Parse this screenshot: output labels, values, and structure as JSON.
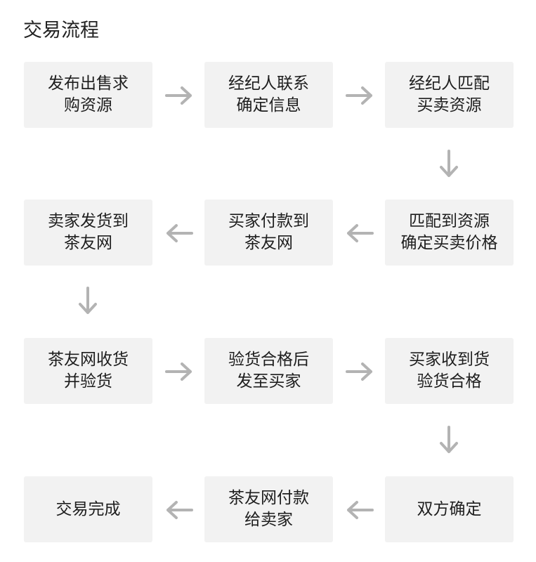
{
  "title": "交易流程",
  "steps": [
    "发布出售求\n购资源",
    "经纪人联系\n确定信息",
    "经纪人匹配\n买卖资源",
    "匹配到资源\n确定买卖价格",
    "买家付款到\n茶友网",
    "卖家发货到\n茶友网",
    "茶友网收货\n并验货",
    "验货合格后\n发至买家",
    "买家收到货\n验货合格",
    "双方确定",
    "茶友网付款\n给卖家",
    "交易完成"
  ],
  "colors": {
    "box": "#f2f2f2",
    "arrow": "#b3b3b3",
    "text": "#1e1e1e"
  }
}
